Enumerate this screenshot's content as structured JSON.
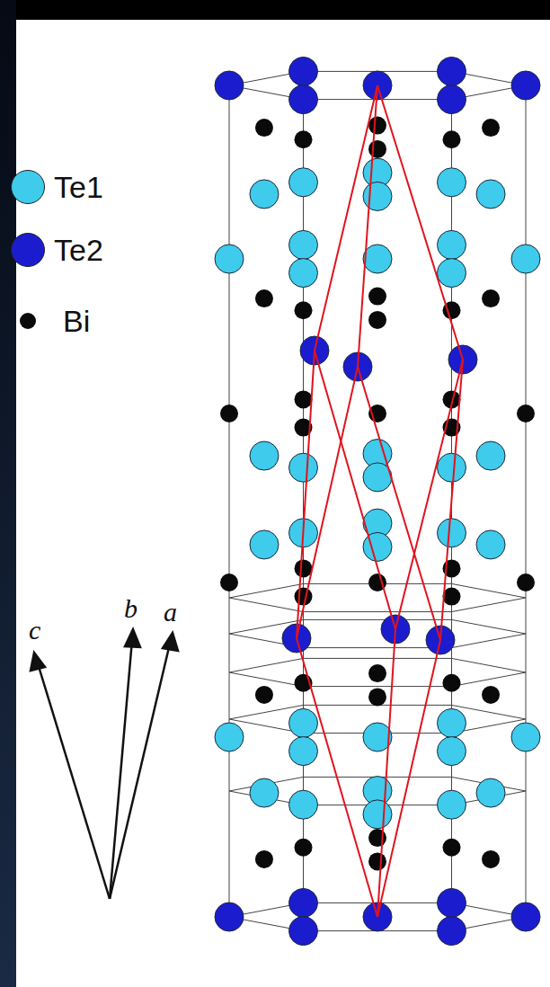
{
  "diagram": {
    "labels": [
      "c",
      "b",
      "a"
    ],
    "legend": [
      {
        "text": "Te1",
        "color": "#3fcbec"
      },
      {
        "text": "Te2",
        "color": "#1c1ccf"
      },
      {
        "text": "Bi",
        "color": "#0a0a0a"
      }
    ]
  }
}
